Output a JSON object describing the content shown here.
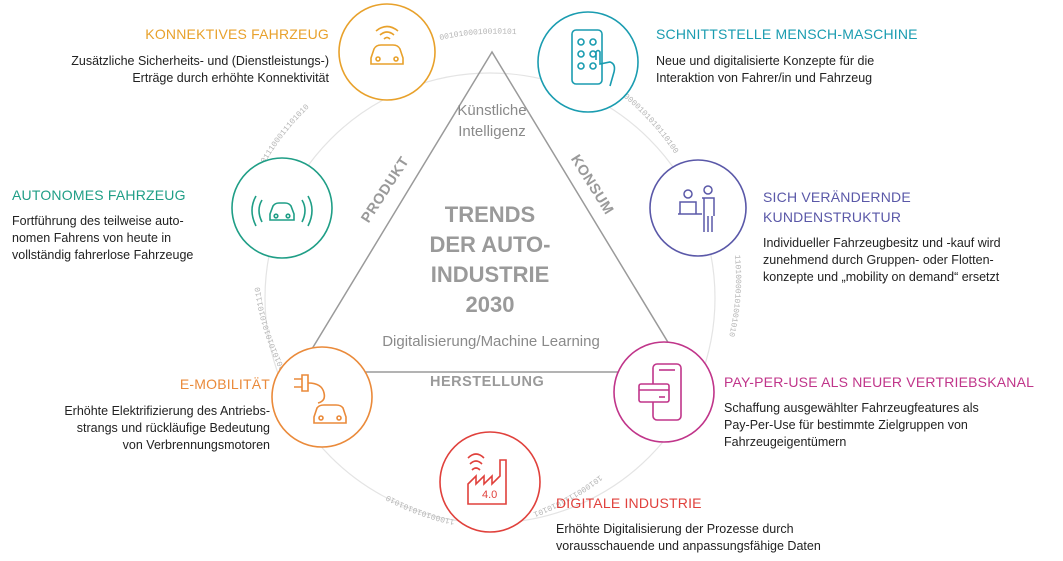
{
  "center": {
    "title_lines": [
      "TRENDS",
      "DER AUTO-",
      "INDUSTRIE",
      "2030"
    ],
    "top_label": "Künstliche\nIntelligenz",
    "bottom_label": "Digitalisierung/Machine Learning",
    "side_left": "PRODUKT",
    "side_right": "KONSUM",
    "side_bottom": "HERSTELLUNG"
  },
  "binary": {
    "arc_top": "0010100010010101",
    "arc_right_upper": "1110000101010110100",
    "arc_right_lower": "11010000101001010",
    "arc_bottom_right": "1010001111010101",
    "arc_bottom_left": "110001010101010",
    "arc_left_lower": "110001010101010101110",
    "arc_left_upper": "01011100011101010"
  },
  "nodes": [
    {
      "id": "konnektiv",
      "title": "KONNEKTIVES FAHRZEUG",
      "desc": [
        "Zusätzliche Sicherheits- und (Dienstleistungs-)",
        "Erträge durch erhöhte Konnektivität"
      ],
      "color": "#e8a12b",
      "icon": "connected-car-icon"
    },
    {
      "id": "hmi",
      "title": "SCHNITTSTELLE MENSCH-MASCHINE",
      "desc": [
        "Neue und digitalisierte Konzepte für die",
        "Interaktion von Fahrer/in und Fahrzeug"
      ],
      "color": "#1a9cb0",
      "icon": "touchscreen-hand-icon"
    },
    {
      "id": "kunden",
      "title": "SICH VERÄNDERNDE\nKUNDENSTRUKTUR",
      "desc": [
        "Individueller Fahrzeugbesitz und -kauf wird",
        "zunehmend durch Gruppen- oder Flotten-",
        "konzepte und „mobility on demand“ ersetzt"
      ],
      "color": "#5a58a8",
      "icon": "people-icon"
    },
    {
      "id": "payperuse",
      "title": "PAY-PER-USE ALS NEUER VERTRIEBSKANAL",
      "desc": [
        "Schaffung ausgewählter Fahrzeugfeatures als",
        "Pay-Per-Use für bestimmte Zielgruppen von",
        "Fahrzeugeigentümern"
      ],
      "color": "#c0358a",
      "icon": "phone-card-icon"
    },
    {
      "id": "industrie",
      "title": "DIGITALE INDUSTRIE",
      "desc": [
        "Erhöhte Digitalisierung der Prozesse durch",
        "vorausschauende und anpassungsfähige Daten"
      ],
      "color": "#e0413c",
      "icon": "factory-icon",
      "icon_text": "4.0"
    },
    {
      "id": "emob",
      "title": "E-MOBILITÄT",
      "desc": [
        "Erhöhte Elektrifizierung des Antriebs-",
        "strangs und rückläufige Bedeutung",
        "von Verbrennungsmotoren"
      ],
      "color": "#ea8a3a",
      "icon": "electric-car-icon"
    },
    {
      "id": "autonom",
      "title": "AUTONOMES FAHRZEUG",
      "desc": [
        "Fortführung des teilweise auto-",
        "nomen Fahrens von heute in",
        "vollständig fahrerlose Fahrzeuge"
      ],
      "color": "#1f9e86",
      "icon": "autonomous-car-icon"
    }
  ]
}
